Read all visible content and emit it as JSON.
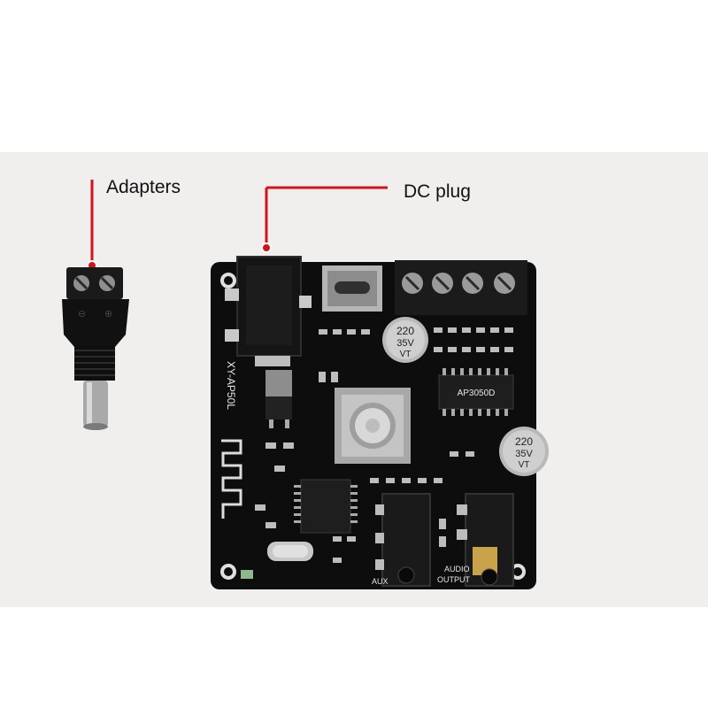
{
  "labels": {
    "adapters": "Adapters",
    "dc_plug": "DC plug"
  },
  "board": {
    "model": "XY-AP50L",
    "chip": "AP3050D",
    "capacitor_value": "220",
    "capacitor_voltage": "35V",
    "capacitor_series": "VT",
    "aux_label": "AUX",
    "audio_label": "AUDIO",
    "output_label": "OUTPUT"
  },
  "colors": {
    "callout": "#d4121c",
    "pcb": "#0d0d0d",
    "background_band": "#f0efed"
  }
}
